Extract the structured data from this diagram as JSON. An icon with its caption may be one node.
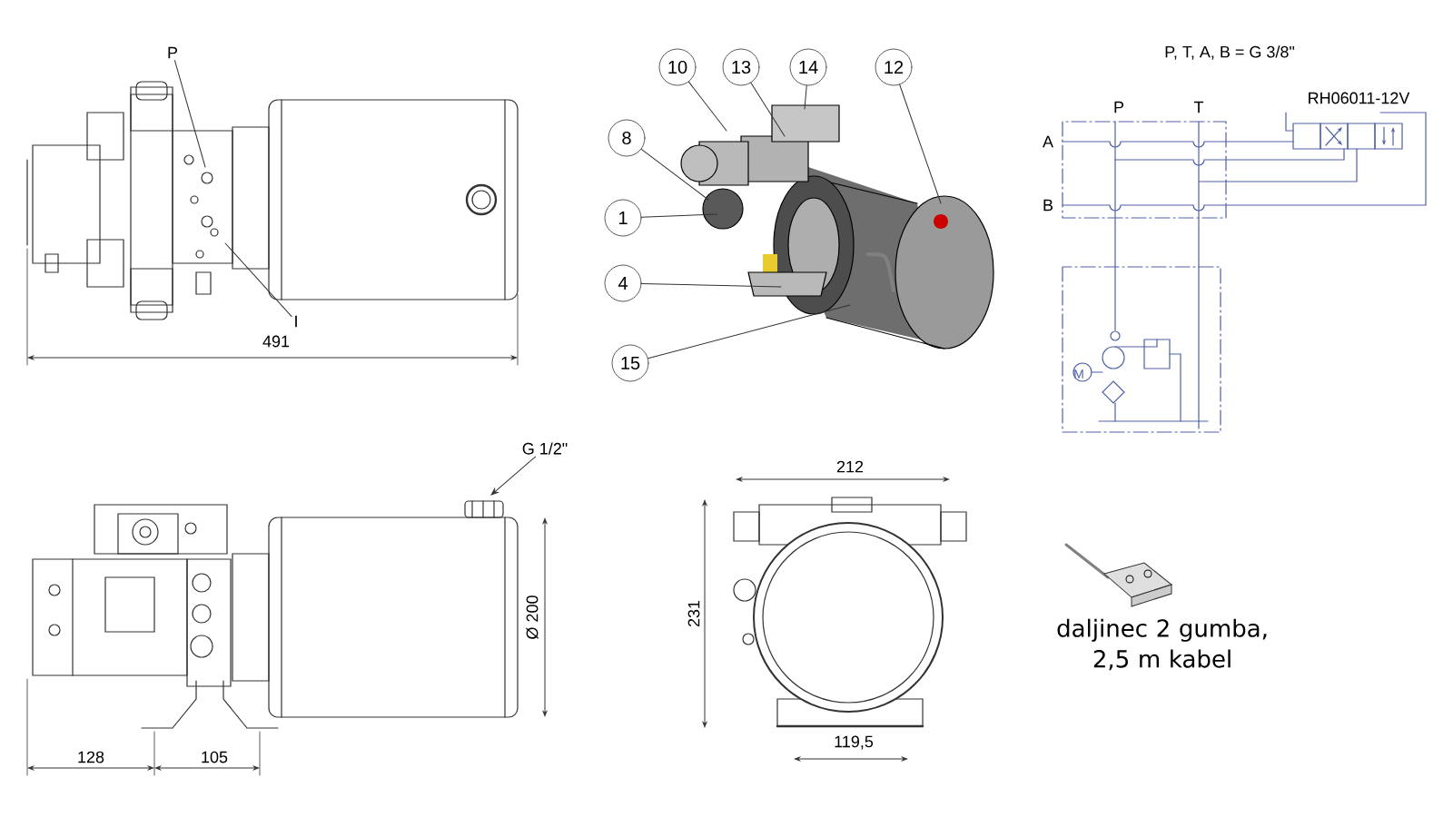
{
  "diagram": {
    "nodes": [
      {
        "text": [
          "P"
        ]
      },
      {
        "text": [
          "I"
        ]
      },
      {
        "text": [
          "10"
        ]
      },
      {
        "text": [
          "13"
        ]
      },
      {
        "text": [
          "14"
        ]
      },
      {
        "text": [
          "12"
        ]
      },
      {
        "text": [
          "8"
        ]
      },
      {
        "text": [
          "1"
        ]
      },
      {
        "text": [
          "4"
        ]
      },
      {
        "text": [
          "15"
        ]
      },
      {
        "text": [
          "G 1/2\""
        ]
      },
      {
        "text": [],
        "shape": "picture"
      },
      {
        "text": [],
        "shape": "picture"
      },
      {
        "text": [],
        "shape": "picture"
      }
    ],
    "edges": [
      {
        "from": 0,
        "to": 11,
        "arrow": "none"
      },
      {
        "from": 1,
        "to": 11,
        "arrow": "none"
      },
      {
        "from": 2,
        "to": 12,
        "arrow": "none"
      },
      {
        "from": 3,
        "to": 12,
        "arrow": "none"
      },
      {
        "from": 4,
        "to": 12,
        "arrow": "none"
      },
      {
        "from": 5,
        "to": 12,
        "arrow": "none"
      },
      {
        "from": 6,
        "to": 12,
        "arrow": "none"
      },
      {
        "from": 7,
        "to": 12,
        "arrow": "none"
      },
      {
        "from": 8,
        "to": 12,
        "arrow": "none"
      },
      {
        "from": 9,
        "to": 12,
        "arrow": "none"
      },
      {
        "from": 10,
        "to": 13,
        "arrow": "to"
      }
    ],
    "labels": [
      "491",
      "P, T, A, B = G 3/8\"",
      "P",
      "T",
      "A",
      "B",
      "RH06011-12V",
      "M",
      "Ø 200",
      "128",
      "105",
      "212",
      "231",
      "119,5",
      "daljinec 2 gumba, 2,5 m kabel"
    ]
  }
}
